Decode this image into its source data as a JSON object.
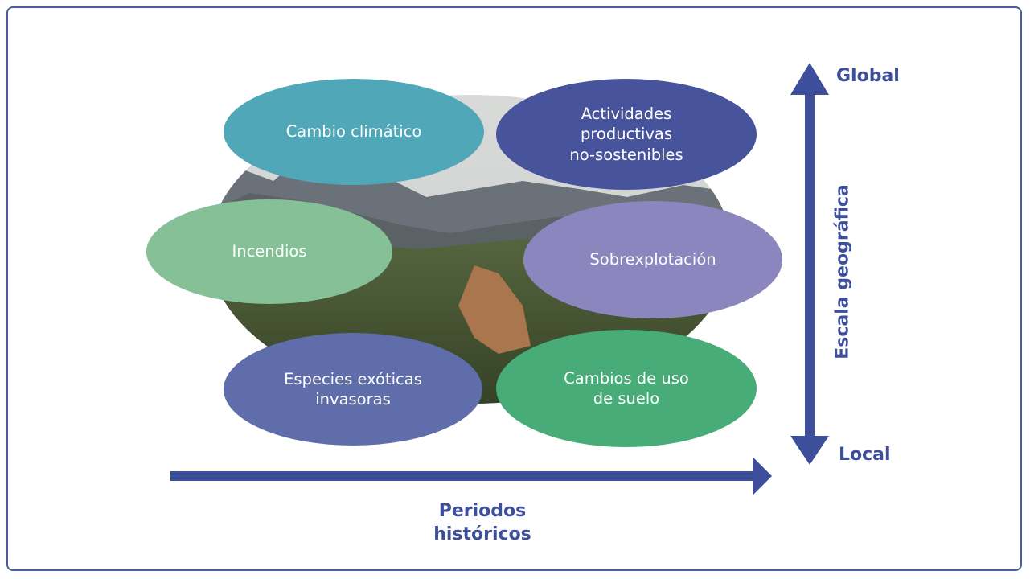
{
  "diagram": {
    "bubbles": [
      {
        "id": "cambio-climatico",
        "label": "Cambio climático",
        "color": "#4fa7b8"
      },
      {
        "id": "actividades-productivas",
        "label": "Actividades\nproductivas\nno-sostenibles",
        "color": "#47539a"
      },
      {
        "id": "incendios",
        "label": "Incendios",
        "color": "#86c097"
      },
      {
        "id": "sobreexplotacion",
        "label": "Sobrexplotación",
        "color": "#8c86bf"
      },
      {
        "id": "especies-exoticas",
        "label": "Especies exóticas\ninvasoras",
        "color": "#5f6eab"
      },
      {
        "id": "cambios-uso-suelo",
        "label": "Cambios de uso\nde suelo",
        "color": "#47ac77"
      }
    ],
    "vertical_axis": {
      "label": "Escala geográfica",
      "top_label": "Global",
      "bottom_label": "Local"
    },
    "horizontal_axis": {
      "label": "Periodos\nhistóricos"
    },
    "arrow_color": "#3d4f9a"
  }
}
